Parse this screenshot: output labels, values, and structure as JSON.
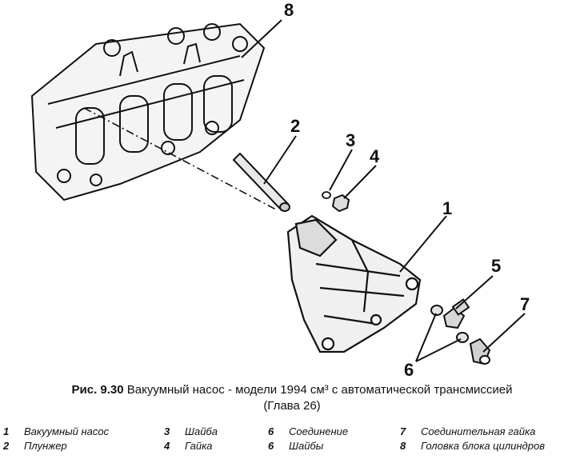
{
  "figure": {
    "callouts": [
      "8",
      "2",
      "3",
      "4",
      "1",
      "5",
      "7",
      "6"
    ]
  },
  "caption": {
    "prefix": "Рис. 9.30",
    "text": "Вакуумный насос - модели 1994 см³ с автоматической трансмиссией",
    "chapter": "(Глава 26)"
  },
  "legend": [
    {
      "num": "1",
      "text": "Вакуумный насос"
    },
    {
      "num": "2",
      "text": "Плунжер"
    },
    {
      "num": "3",
      "text": "Шайба"
    },
    {
      "num": "4",
      "text": "Гайка"
    },
    {
      "num": "6",
      "text": "Соединение"
    },
    {
      "num": "6",
      "text": "Шайбы"
    },
    {
      "num": "7",
      "text": "Соединительная гайка"
    },
    {
      "num": "8",
      "text": "Головка блока цилиндров"
    }
  ]
}
